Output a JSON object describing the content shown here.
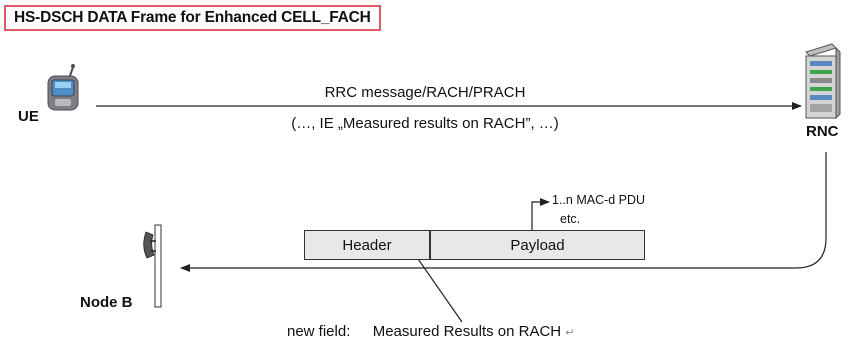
{
  "title": "HS-DSCH DATA Frame for Enhanced CELL_FACH",
  "nodes": {
    "ue": "UE",
    "rnc": "RNC",
    "nodeb": "Node B"
  },
  "message": {
    "line1": "RRC message/RACH/PRACH",
    "line2": "(…, IE „Measured results on RACH”, …)"
  },
  "frame": {
    "header": "Header",
    "payload": "Payload"
  },
  "payload_note": {
    "line1": "1..n MAC-d PDU",
    "line2": "etc."
  },
  "bottom_note": {
    "label": "new field:",
    "text": "Measured Results on RACH",
    "mark": "↵"
  },
  "colors": {
    "title_border": "#e05a64",
    "box_fill": "#e8e8e8"
  }
}
